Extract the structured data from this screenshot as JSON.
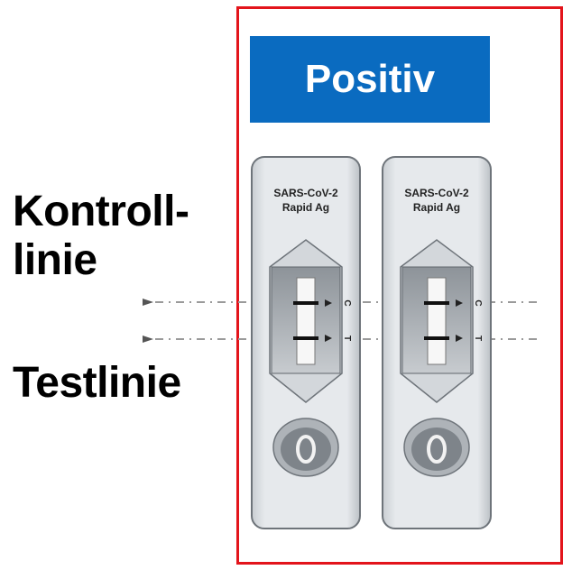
{
  "labels": {
    "control_line_line1": "Kontroll-",
    "control_line_line2": "linie",
    "test_line": "Testlinie"
  },
  "banner": {
    "text": "Positiv",
    "color": "#0a6bc0"
  },
  "frame_color": "#e3141b",
  "cassettes": [
    {
      "title_line1": "SARS-CoV-2",
      "title_line2": "Rapid Ag",
      "c_mark": "C",
      "t_mark": "T"
    },
    {
      "title_line1": "SARS-CoV-2",
      "title_line2": "Rapid Ag",
      "c_mark": "C",
      "t_mark": "T"
    }
  ]
}
